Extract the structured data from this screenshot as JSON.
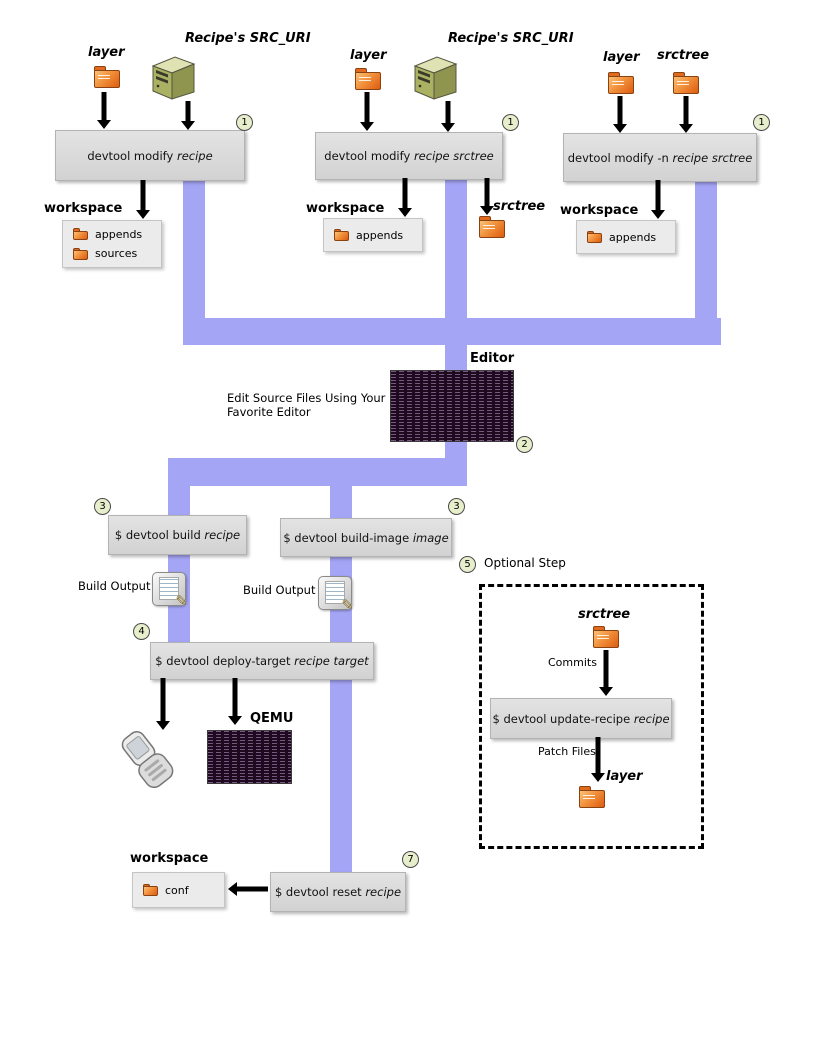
{
  "badges": {
    "one_a": "1",
    "one_b": "1",
    "one_c": "1",
    "two": "2",
    "three_a": "3",
    "three_b": "3",
    "four": "4",
    "five": "5",
    "seven": "7"
  },
  "top_flows": {
    "flow1": {
      "layer_label": "layer",
      "src_uri_label": "Recipe's SRC_URI",
      "command_prefix": "devtool modify ",
      "command_italic": "recipe",
      "workspace_label": "workspace",
      "items": [
        "appends",
        "sources"
      ]
    },
    "flow2": {
      "layer_label": "layer",
      "src_uri_label": "Recipe's SRC_URI",
      "command_prefix": "devtool modify ",
      "command_italic": "recipe srctree",
      "workspace_label": "workspace",
      "items": [
        "appends"
      ],
      "srctree_label": "srctree"
    },
    "flow3": {
      "layer_label": "layer",
      "srctree_label": "srctree",
      "command_prefix": "devtool modify -n ",
      "command_italic": "recipe srctree",
      "workspace_label": "workspace",
      "items": [
        "appends"
      ]
    }
  },
  "editor": {
    "title": "Editor",
    "caption_line1": "Edit Source Files Using Your",
    "caption_line2": "Favorite Editor"
  },
  "build": {
    "build_recipe_prefix": "$ devtool build ",
    "build_recipe_italic": "recipe",
    "build_image_prefix": "$ devtool build-image ",
    "build_image_italic": "image",
    "build_output_label_1": "Build Output",
    "build_output_label_2": "Build Output",
    "deploy_prefix": "$ devtool deploy-target ",
    "deploy_italic": "recipe target",
    "qemu_label": "QEMU"
  },
  "optional": {
    "title": "Optional Step",
    "srctree_label": "srctree",
    "commits_label": "Commits",
    "update_prefix": "$ devtool update-recipe ",
    "update_italic": "recipe",
    "patch_files_label": "Patch Files",
    "layer_label": "layer"
  },
  "reset": {
    "command_prefix": "$ devtool reset ",
    "command_italic": "recipe",
    "workspace_label": "workspace",
    "items": [
      "conf"
    ]
  }
}
